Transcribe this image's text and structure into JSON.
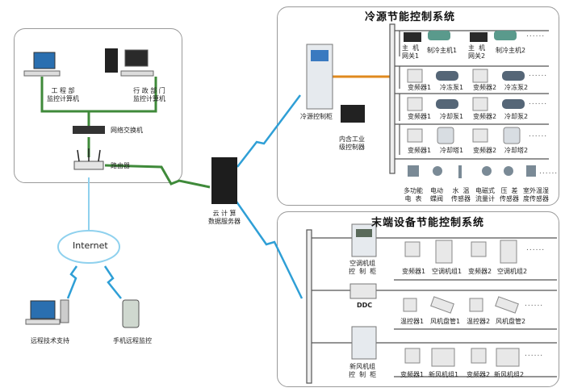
{
  "network": {
    "eng_pc": "工 程 部\n监控计算机",
    "admin_pc": "行 政 部 门\n监控计算机",
    "switch": "网络交换机",
    "router": "路由器",
    "internet": "Internet",
    "remote_support": "远程技术支持",
    "mobile_monitor": "手机远程监控",
    "cloud_server": "云 计 算\n数据服务器"
  },
  "cold": {
    "title": "冷源节能控制系统",
    "cabinet": "冷源控制柜",
    "plc": "内含工业\n级控制器",
    "r1": [
      "主  机\n网关1",
      "制冷主机1",
      "主  机\n网关2",
      "制冷主机2"
    ],
    "r2": [
      "变频器1",
      "冷冻泵1",
      "变频器2",
      "冷冻泵2"
    ],
    "r3": [
      "变频器1",
      "冷却泵1",
      "变频器2",
      "冷却泵2"
    ],
    "r4": [
      "变频器1",
      "冷却塔1",
      "变频器2",
      "冷却塔2"
    ],
    "sensors": [
      "多功能\n电  表",
      "电动\n蝶阀",
      "水  温\n传感器",
      "电磁式\n流量计",
      "压  差\n传感器",
      "室外温湿\n度传感器"
    ],
    "ellipsis": "......"
  },
  "end": {
    "title": "末端设备节能控制系统",
    "ahu_cabinet": "空调机组\n控  制  柜",
    "ddc": "DDC",
    "fresh_cabinet": "新风机组\n控  制  柜",
    "r1": [
      "变频器1",
      "空调机组1",
      "变频器2",
      "空调机组2"
    ],
    "r2": [
      "温控器1",
      "风机盘管1",
      "温控器2",
      "风机盘管2"
    ],
    "r3": [
      "变频器1",
      "新风机组1",
      "变频器2",
      "新风机组2"
    ],
    "ellipsis": "......"
  },
  "colors": {
    "green_line": "#3f8a3a",
    "blue_line": "#2f9fd6",
    "orange_line": "#e08a1e",
    "panel_border": "#9a9a9a"
  }
}
